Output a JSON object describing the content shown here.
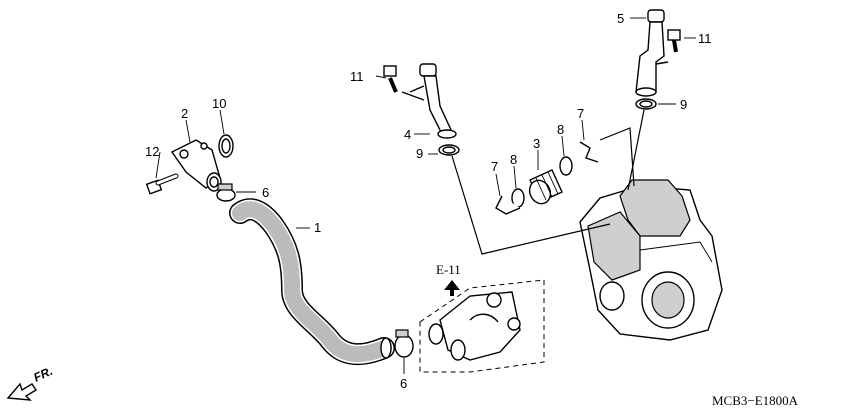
{
  "labels": {
    "p1": "1",
    "p2": "2",
    "p3": "3",
    "p4": "4",
    "p5": "5",
    "p6a": "6",
    "p6b": "6",
    "p7a": "7",
    "p7b": "7",
    "p8a": "8",
    "p8b": "8",
    "p9a": "9",
    "p9b": "9",
    "p10": "10",
    "p11a": "11",
    "p11b": "11",
    "p12": "12"
  },
  "reference": "E-11",
  "direction": "FR.",
  "diagram_code": "MCB3−E1800A"
}
